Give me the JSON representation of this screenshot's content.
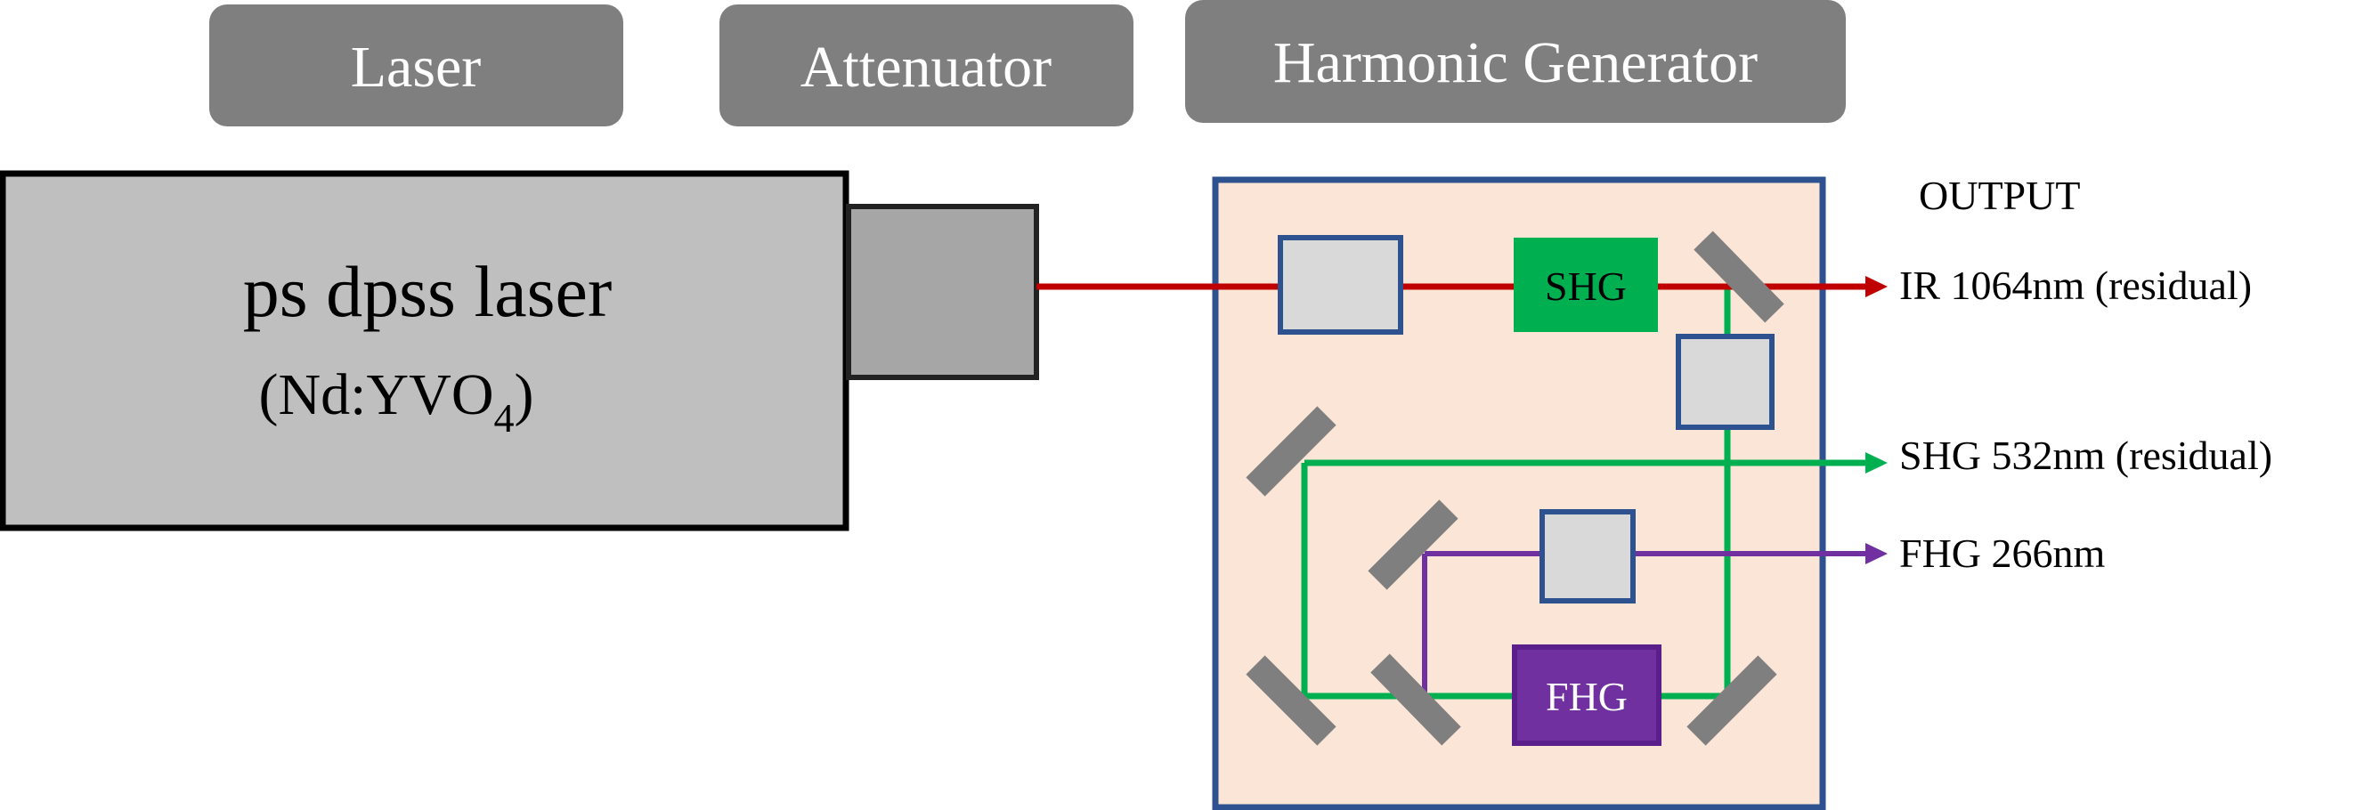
{
  "headers": {
    "laser": "Laser",
    "attenuator": "Attenuator",
    "harmonic_generator": "Harmonic Generator"
  },
  "laser": {
    "name": "ps dpss laser",
    "medium_prefix": "(Nd:YVO",
    "medium_subscript": "4",
    "medium_suffix": ")"
  },
  "generator": {
    "shg_label": "SHG",
    "fhg_label": "FHG"
  },
  "output": {
    "title": "OUTPUT",
    "ir": "IR 1064nm (residual)",
    "shg": "SHG 532nm (residual)",
    "fhg": "FHG 266nm"
  },
  "colors": {
    "header_fill": "#7f7f7f",
    "laser_body": "#bfbfbf",
    "laser_head": "#a6a6a6",
    "box_border": "#2e528f",
    "box_fill": "#fbe5d6",
    "component_fill": "#d9d9d9",
    "mirror": "#7f7f7f",
    "ir_beam": "#c00000",
    "green_beam": "#00b050",
    "purple_beam": "#7030a0",
    "shg_crystal": "#00b050",
    "fhg_crystal": "#7030a0"
  }
}
